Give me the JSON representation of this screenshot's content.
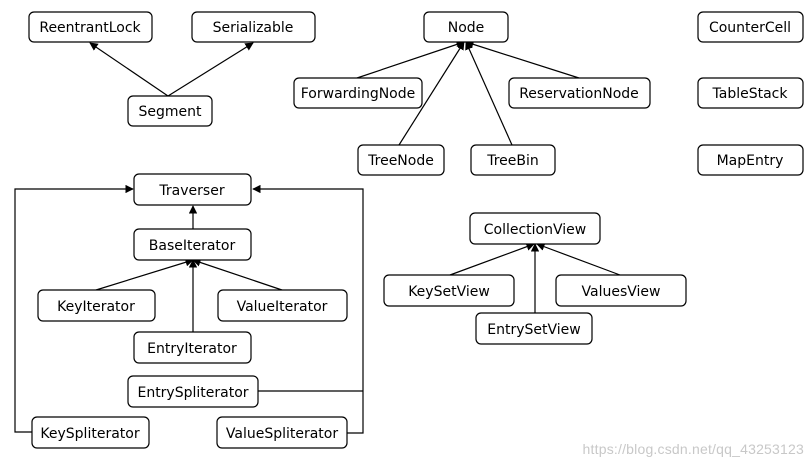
{
  "diagram": {
    "nodes": [
      {
        "id": "reentrantlock",
        "label": "ReentrantLock"
      },
      {
        "id": "serializable",
        "label": "Serializable"
      },
      {
        "id": "segment",
        "label": "Segment"
      },
      {
        "id": "node",
        "label": "Node"
      },
      {
        "id": "forwardingnode",
        "label": "ForwardingNode"
      },
      {
        "id": "reservationnode",
        "label": "ReservationNode"
      },
      {
        "id": "treenode",
        "label": "TreeNode"
      },
      {
        "id": "treebin",
        "label": "TreeBin"
      },
      {
        "id": "countercell",
        "label": "CounterCell"
      },
      {
        "id": "tablestack",
        "label": "TableStack"
      },
      {
        "id": "mapentry",
        "label": "MapEntry"
      },
      {
        "id": "traverser",
        "label": "Traverser"
      },
      {
        "id": "baseiterator",
        "label": "BaseIterator"
      },
      {
        "id": "keyiterator",
        "label": "KeyIterator"
      },
      {
        "id": "valueiterator",
        "label": "ValueIterator"
      },
      {
        "id": "entryiterator",
        "label": "EntryIterator"
      },
      {
        "id": "entryspliterator",
        "label": "EntrySpliterator"
      },
      {
        "id": "keyspliterator",
        "label": "KeySpliterator"
      },
      {
        "id": "valuespliterator",
        "label": "ValueSpliterator"
      },
      {
        "id": "collectionview",
        "label": "CollectionView"
      },
      {
        "id": "keysetview",
        "label": "KeySetView"
      },
      {
        "id": "valuesview",
        "label": "ValuesView"
      },
      {
        "id": "entrysetview",
        "label": "EntrySetView"
      }
    ],
    "edges": [
      {
        "from": "segment",
        "to": "reentrantlock"
      },
      {
        "from": "segment",
        "to": "serializable"
      },
      {
        "from": "forwardingnode",
        "to": "node"
      },
      {
        "from": "reservationnode",
        "to": "node"
      },
      {
        "from": "treenode",
        "to": "node"
      },
      {
        "from": "treebin",
        "to": "node"
      },
      {
        "from": "baseiterator",
        "to": "traverser"
      },
      {
        "from": "keyiterator",
        "to": "baseiterator"
      },
      {
        "from": "valueiterator",
        "to": "baseiterator"
      },
      {
        "from": "entryiterator",
        "to": "baseiterator"
      },
      {
        "from": "keyspliterator",
        "to": "traverser"
      },
      {
        "from": "valuespliterator",
        "to": "traverser"
      },
      {
        "from": "entryspliterator",
        "to": "traverser"
      },
      {
        "from": "keysetview",
        "to": "collectionview"
      },
      {
        "from": "valuesview",
        "to": "collectionview"
      },
      {
        "from": "entrysetview",
        "to": "collectionview"
      }
    ]
  },
  "watermark": "https://blog.csdn.net/qq_43253123"
}
